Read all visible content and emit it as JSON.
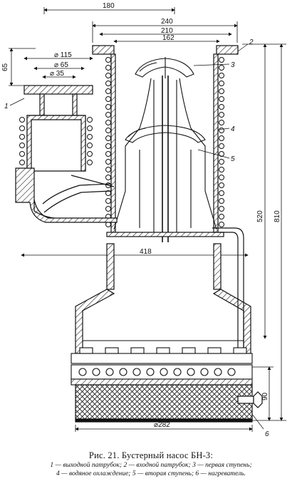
{
  "dimensions": {
    "top_width": "180",
    "flange_240": "240",
    "flange_210": "210",
    "inlet_162": "162",
    "outlet_d115": "⌀ 115",
    "outlet_d65": "⌀ 65",
    "outlet_d35": "⌀ 35",
    "outlet_height": "65",
    "body_width": "418",
    "height_520": "520",
    "height_810": "810",
    "heater_height": "90",
    "base_d282": "⌀282"
  },
  "callouts": [
    "1",
    "2",
    "3",
    "4",
    "5",
    "6"
  ],
  "caption": {
    "title": "Рис. 21. Бустерный насос БН-3:",
    "legend_line1": "1 — выходной патрубок; 2 — входной патрубок; 3 — первая ступень;",
    "legend_line2": "4 — водяное охлаждение; 5 — вторая ступень; 6 — нагреватель."
  }
}
